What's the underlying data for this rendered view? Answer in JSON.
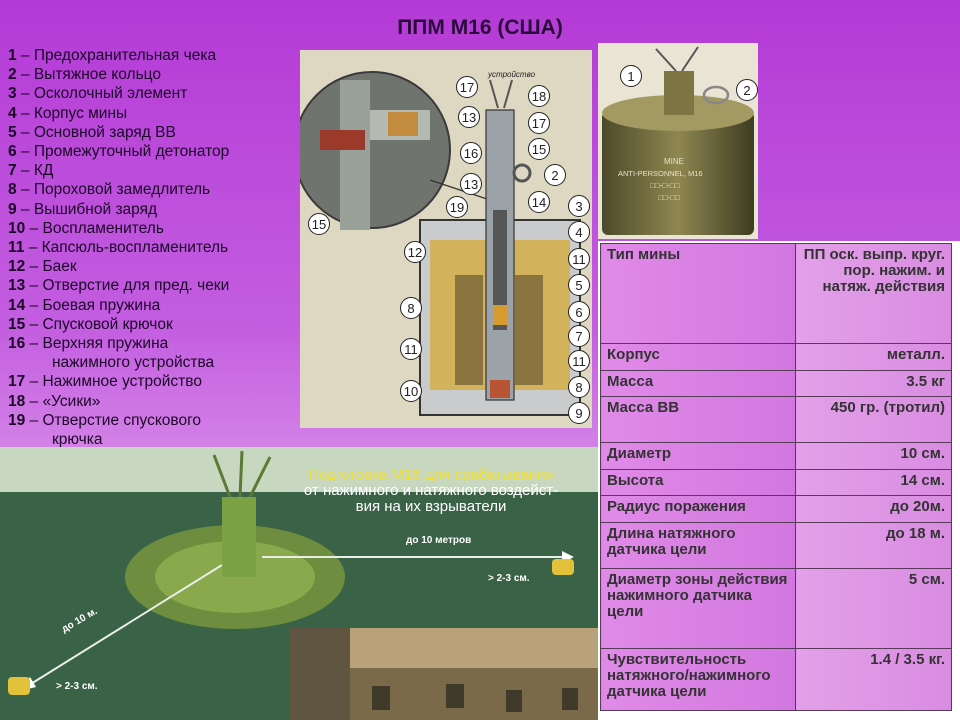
{
  "title": "ППМ М16 (США)",
  "legend": [
    {
      "num": "1",
      "text": " – Предохранительная чека"
    },
    {
      "num": "2",
      "text": " – Вытяжное кольцо"
    },
    {
      "num": "3",
      "text": " – Осколочный элемент"
    },
    {
      "num": "4",
      "text": " – Корпус мины"
    },
    {
      "num": "5",
      "text": " – Основной заряд ВВ"
    },
    {
      "num": "6",
      "text": " – Промежуточный детонатор"
    },
    {
      "num": "7",
      "text": " – КД"
    },
    {
      "num": "8",
      "text": " – Пороховой замедлитель"
    },
    {
      "num": "9",
      "text": " – Вышибной заряд"
    },
    {
      "num": "10",
      "text": " – Воспламенитель"
    },
    {
      "num": "11",
      "text": " – Капсюль-воспламенитель"
    },
    {
      "num": "12",
      "text": " – Баек"
    },
    {
      "num": "13",
      "text": " – Отверстие для пред. чеки"
    },
    {
      "num": "14",
      "text": " – Боевая пружина"
    },
    {
      "num": "15",
      "text": " – Спусковой крючок"
    },
    {
      "num": "16",
      "text": " – Верхняя пружина",
      "cont": "нажимного устройства"
    },
    {
      "num": "17",
      "text": " – Нажимное устройство"
    },
    {
      "num": "18",
      "text": " – «Усики»"
    },
    {
      "num": "19",
      "text": " – Отверстие спускового",
      "cont": "крючка"
    }
  ],
  "diagram": {
    "label_device": "устройство",
    "callouts_left": [
      "17",
      "13",
      "16",
      "13",
      "19",
      "15",
      "12",
      "8",
      "11",
      "10"
    ],
    "callouts_center": [
      "18",
      "17",
      "15",
      "2",
      "14"
    ],
    "callouts_right": [
      "3",
      "4",
      "11",
      "5",
      "6",
      "7",
      "11",
      "8",
      "9"
    ]
  },
  "mine_photo": {
    "callouts": [
      "1",
      "2"
    ],
    "marking_1": "MINE",
    "marking_2": "ANTI-PERSONNEL, M16",
    "marking_3": "□□-□-□□",
    "marking_4": "□□-□□"
  },
  "scene": {
    "caption_1": "Подготовка М16 для срабатывания",
    "caption_2": "от нажимного и натяжного воздейст-",
    "caption_3": "вия на их взрыватели",
    "dist_top": "до 10 метров",
    "dist_left": "до 10 м.",
    "height_right": "> 2-3 см.",
    "height_left": "> 2-3 см."
  },
  "specs": [
    {
      "key": "Тип мины",
      "value": "ПП оск. выпр. круг. пор. нажим. и натяж. действия"
    },
    {
      "key": "Корпус",
      "value": "металл."
    },
    {
      "key": "Масса",
      "value": "3.5 кг"
    },
    {
      "key": "Масса ВВ",
      "value": "450 гр. (тротил)"
    },
    {
      "key": "Диаметр",
      "value": "10 см."
    },
    {
      "key": "Высота",
      "value": "14 см."
    },
    {
      "key": "Радиус поражения",
      "value": "до 20м."
    },
    {
      "key": "Длина натяжного датчика цели",
      "value": "до 18 м."
    },
    {
      "key": "Диаметр зоны действия нажимного датчика цели",
      "value": "5 см."
    },
    {
      "key": "Чувствительность натяжного/нажимного датчика цели",
      "value": "1.4 / 3.5 кг."
    }
  ]
}
